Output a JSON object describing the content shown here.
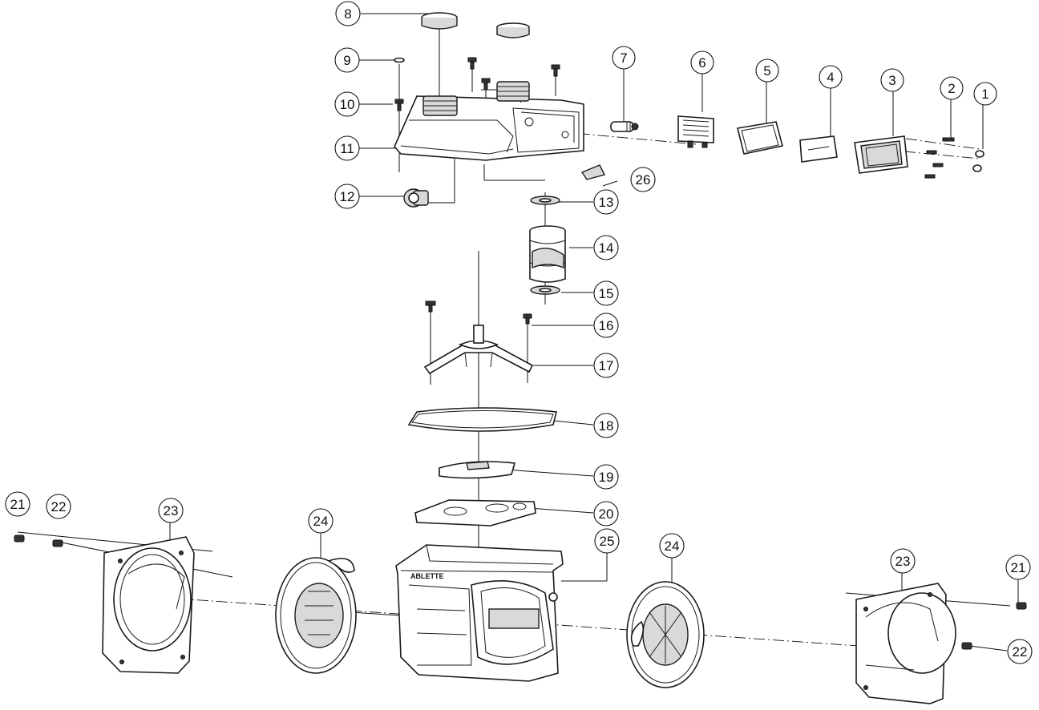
{
  "diagram": {
    "callouts": [
      {
        "id": "c1",
        "label": "1"
      },
      {
        "id": "c2",
        "label": "2"
      },
      {
        "id": "c3",
        "label": "3"
      },
      {
        "id": "c4",
        "label": "4"
      },
      {
        "id": "c5",
        "label": "5"
      },
      {
        "id": "c6",
        "label": "6"
      },
      {
        "id": "c7",
        "label": "7"
      },
      {
        "id": "c8",
        "label": "8"
      },
      {
        "id": "c9",
        "label": "9"
      },
      {
        "id": "c10",
        "label": "10"
      },
      {
        "id": "c11",
        "label": "11"
      },
      {
        "id": "c12",
        "label": "12"
      },
      {
        "id": "c13",
        "label": "13"
      },
      {
        "id": "c14",
        "label": "14"
      },
      {
        "id": "c15",
        "label": "15"
      },
      {
        "id": "c16",
        "label": "16"
      },
      {
        "id": "c17",
        "label": "17"
      },
      {
        "id": "c18",
        "label": "18"
      },
      {
        "id": "c19",
        "label": "19"
      },
      {
        "id": "c20",
        "label": "20"
      },
      {
        "id": "c21a",
        "label": "21"
      },
      {
        "id": "c22a",
        "label": "22"
      },
      {
        "id": "c23a",
        "label": "23"
      },
      {
        "id": "c24a",
        "label": "24"
      },
      {
        "id": "c25",
        "label": "25"
      },
      {
        "id": "c24b",
        "label": "24"
      },
      {
        "id": "c23b",
        "label": "23"
      },
      {
        "id": "c21b",
        "label": "21"
      },
      {
        "id": "c22b",
        "label": "22"
      },
      {
        "id": "c26",
        "label": "26"
      }
    ],
    "body_marking": "ABLETTE"
  }
}
